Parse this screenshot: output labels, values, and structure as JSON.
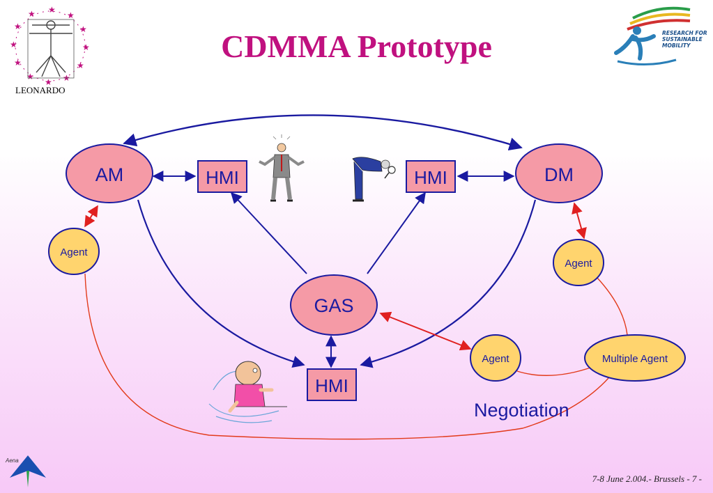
{
  "title": "CDMMA Prototype",
  "logo_left_label": "LEONARDO",
  "logo_right_text": [
    "RESEARCH FOR",
    "SUSTAINABLE",
    "MOBILITY"
  ],
  "footer": "7-8 June 2.004.- Brussels - 7 -",
  "aena_label": "Aena",
  "nodes": {
    "am": "AM",
    "dm": "DM",
    "gas": "GAS",
    "hmi_left": "HMI",
    "hmi_right": "HMI",
    "hmi_bottom": "HMI",
    "agent_left": "Agent",
    "agent_right": "Agent",
    "agent_middle": "Agent",
    "multiple_agent": "Multiple Agent"
  },
  "negotiation_label": "Negotiation",
  "colors": {
    "title": "#c0117f",
    "node_fill": "#f59aa6",
    "agent_fill": "#ffd46e",
    "blue_line": "#1a1aa0",
    "red_line": "#e02020"
  }
}
